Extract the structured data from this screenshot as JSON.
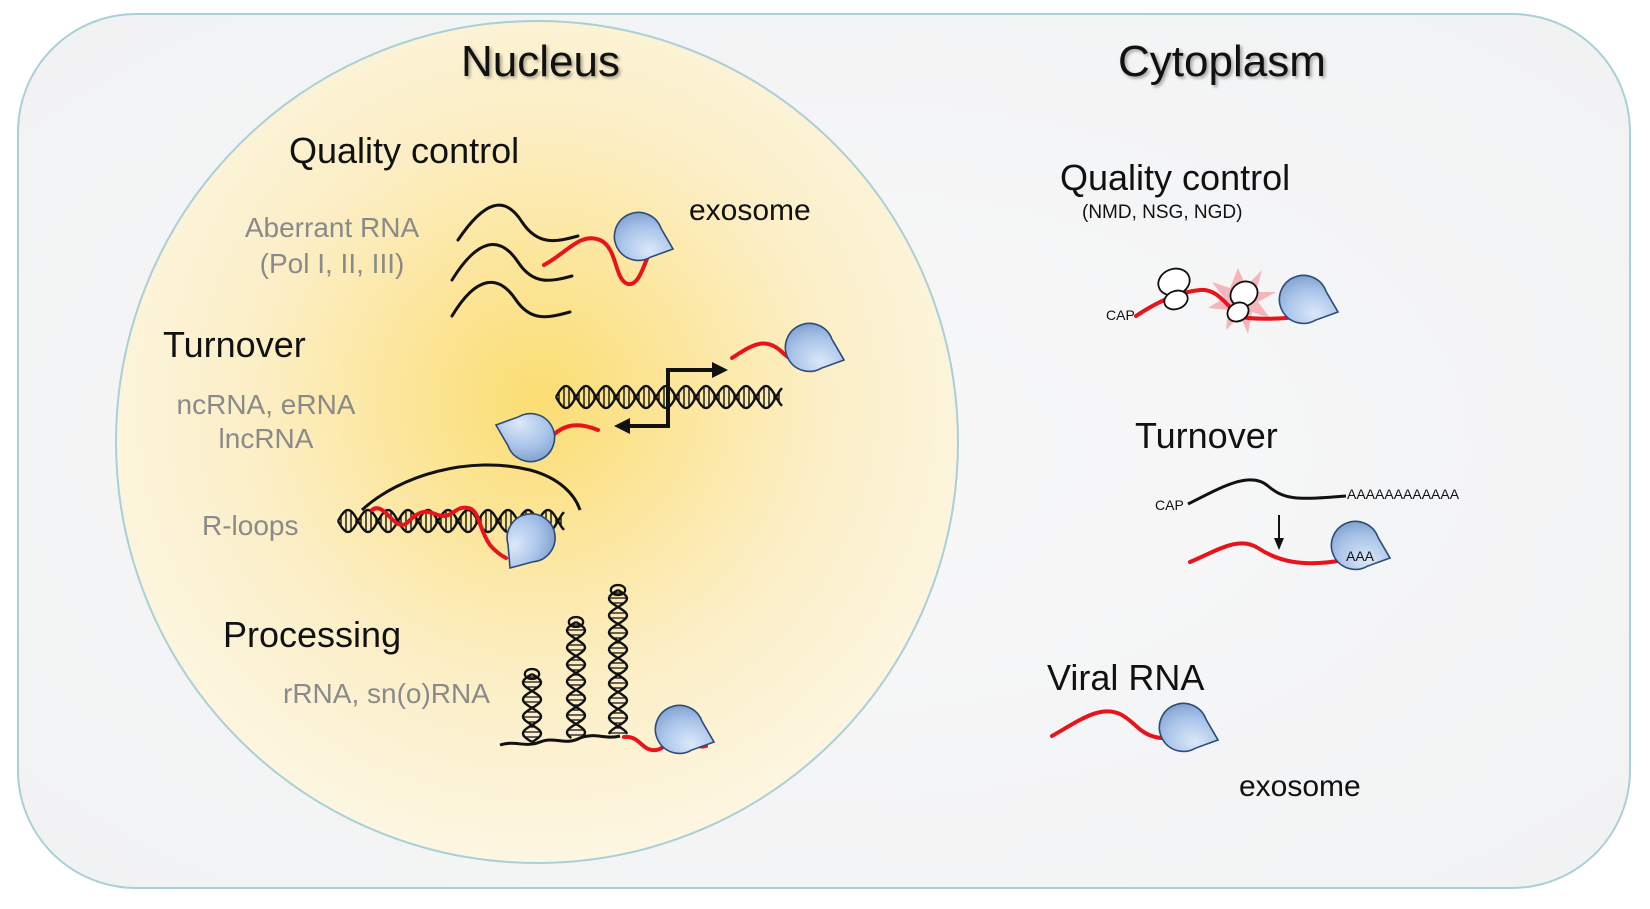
{
  "nucleus": {
    "title": "Nucleus",
    "quality_control": {
      "heading": "Quality control",
      "substrate_line1": "Aberrant RNA",
      "substrate_line2": "(Pol I, II, III)",
      "enzyme_label": "exosome"
    },
    "turnover": {
      "heading": "Turnover",
      "substrate_line1": "ncRNA, eRNA",
      "substrate_line2": "lncRNA"
    },
    "rloops": {
      "label": "R-loops"
    },
    "processing": {
      "heading": "Processing",
      "substrate": "rRNA, sn(o)RNA"
    }
  },
  "cytoplasm": {
    "title": "Cytoplasm",
    "quality_control": {
      "heading": "Quality control",
      "pathways": "(NMD, NSG, NGD)",
      "cap_label": "CAP"
    },
    "turnover": {
      "heading": "Turnover",
      "cap_label": "CAP",
      "polya_long": "AAAAAAAAAAAA",
      "polya_short": "AAA"
    },
    "viral": {
      "heading": "Viral RNA",
      "enzyme_label": "exosome"
    }
  },
  "colors": {
    "rna_target": "#e8141b",
    "rna_normal": "#111111",
    "exosome_fill": "#a9c4ea",
    "exosome_stroke": "#2c4a7a",
    "nucleus_center": "#fbdf7a",
    "cell_border": "#a8d0d6",
    "burst": "#f3a0a8"
  }
}
